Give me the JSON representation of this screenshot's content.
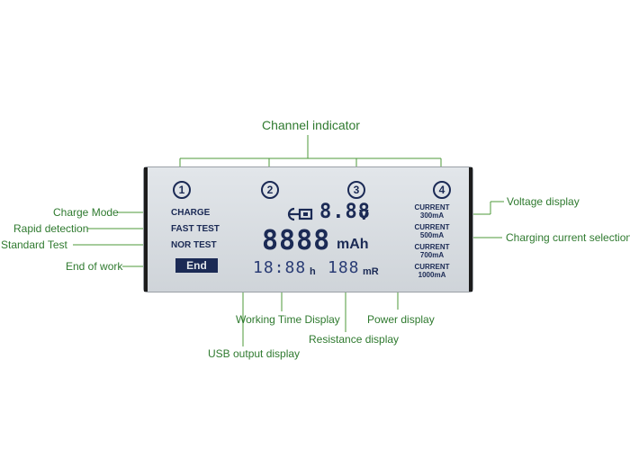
{
  "labels": {
    "channel_indicator": "Channel indicator",
    "voltage_display": "Voltage display",
    "charging_current_selection": "Charging current selection",
    "charge_mode": "Charge Mode",
    "rapid_detection": "Rapid detection",
    "standard_test": "Standard Test",
    "end_of_work": "End of work",
    "working_time_display": "Working Time Display",
    "power_display": "Power display",
    "resistance_display": "Resistance display",
    "usb_output_display": "USB output display"
  },
  "lcd": {
    "channels": [
      "1",
      "2",
      "3",
      "4"
    ],
    "modes": {
      "charge": "CHARGE",
      "fast_test": "FAST TEST",
      "nor_test": "NOR TEST",
      "end": "End"
    },
    "voltage": "8.88",
    "voltage_unit": "V",
    "capacity": "8888",
    "capacity_unit": "mAh",
    "time": "18:88",
    "time_unit": "h",
    "resistance": "188",
    "resistance_unit": "mR",
    "currents": [
      {
        "top": "CURRENT",
        "value": "300mA"
      },
      {
        "top": "CURRENT",
        "value": "500mA"
      },
      {
        "top": "CURRENT",
        "value": "700mA"
      },
      {
        "top": "CURRENT",
        "value": "1000mA"
      }
    ]
  },
  "colors": {
    "label": "#2f7a2f",
    "lcd_ink": "#1b2a55",
    "lcd_bg": "#dde1e5"
  }
}
